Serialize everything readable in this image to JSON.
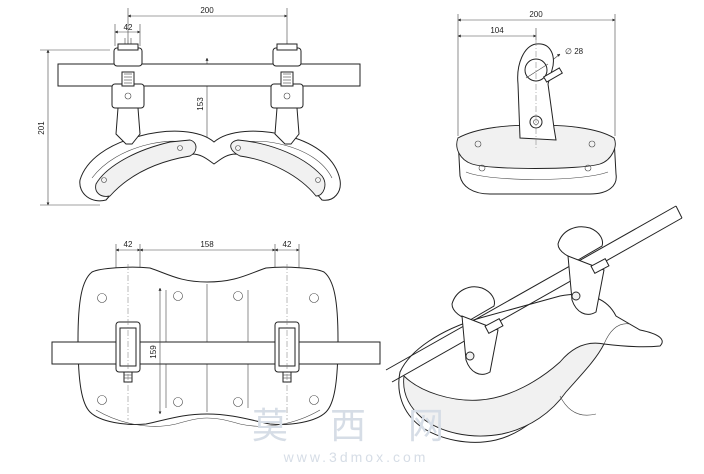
{
  "dimensions": {
    "front": {
      "overall_width": "200",
      "clamp_width": "42",
      "overall_height": "201",
      "inner_height": "153"
    },
    "side": {
      "overall_width": "200",
      "offset": "104",
      "diameter": "∅ 28"
    },
    "top": {
      "left_clamp": "42",
      "span": "158",
      "right_clamp": "42",
      "depth": "159"
    }
  },
  "watermark": {
    "text_cn": "莫 西 网",
    "url": "www.3dmox.com"
  },
  "colors": {
    "line": "#222222",
    "watermark": "#d6dde6"
  }
}
